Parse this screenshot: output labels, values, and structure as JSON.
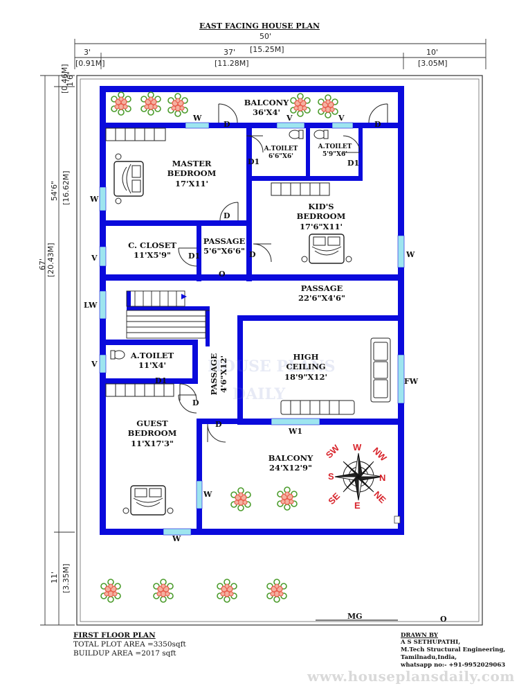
{
  "header": {
    "title": "EAST FACING HOUSE PLAN"
  },
  "dimensions": {
    "total_width": "50'",
    "total_width_m": "[15.25M]",
    "seg_left": "3'",
    "seg_left_m": "[0.91M]",
    "seg_mid": "37'",
    "seg_mid_m": "[11.28M]",
    "seg_right": "10'",
    "seg_right_m": "[3.05M]",
    "side_top": "1'6\"",
    "side_top_m": "[0.46M]",
    "side_main": "54'6\"",
    "side_main_m": "[16.62M]",
    "total_length": "67'",
    "total_length_m": "[20.43M]",
    "side_bottom": "11'",
    "side_bottom_m": "[3.35M]"
  },
  "rooms": {
    "balcony_top": {
      "name": "BALCONY",
      "size": "36'X4'"
    },
    "master_bedroom": {
      "name": "MASTER BEDROOM",
      "size": "17'X11'"
    },
    "toilet_a": {
      "name": "A.TOILET",
      "size": "6'6\"X6'"
    },
    "toilet_b": {
      "name": "A.TOILET",
      "size": "5'9\"X6'"
    },
    "kids_bedroom": {
      "name": "KID'S BEDROOM",
      "size": "17'6\"X11'"
    },
    "closet": {
      "name": "C. CLOSET",
      "size": "11'X5'9\""
    },
    "passage_small": {
      "name": "PASSAGE",
      "size": "5'6\"X6'6\""
    },
    "passage_main": {
      "name": "PASSAGE",
      "size": "22'6\"X4'6\""
    },
    "toilet_c": {
      "name": "A.TOILET",
      "size": "11'X4'"
    },
    "passage_vertical": {
      "name": "PASSAGE",
      "size": "4'6\"X12'"
    },
    "high_ceiling": {
      "name": "HIGH CEILING",
      "size": "18'9\"X12'"
    },
    "guest_bedroom": {
      "name": "GUEST BEDROOM",
      "size": "11'X17'3\""
    },
    "balcony_bottom": {
      "name": "BALCONY",
      "size": "24'X12'9\""
    }
  },
  "symbols": {
    "window": "W",
    "ventilator": "V",
    "door": "D",
    "door_small": "D1",
    "opening": "O",
    "large_window": "LW",
    "french_window": "FW",
    "main_gate": "MG",
    "wide_window": "W1"
  },
  "compass": {
    "n": "N",
    "s": "S",
    "e": "E",
    "w": "W",
    "ne": "NE",
    "nw": "NW",
    "se": "SE",
    "sw": "SW"
  },
  "footer": {
    "plan_name": "FIRST FLOOR PLAN",
    "plot_area": "TOTAL PLOT AREA =3350sqft",
    "buildup_area": "BUILDUP AREA =2017 sqft"
  },
  "credit": {
    "label": "DRAWN BY",
    "name": "A S SETHUPATHI,",
    "qualification": "M.Tech Structural Engineering,",
    "location": "Tamilnadu,India,",
    "contact": "whatsapp no:- +91-9952029063"
  },
  "website": "www.houseplansdaily.com",
  "watermark": {
    "line1": "HOUSE PLANS",
    "line2": "DAILY"
  },
  "colors": {
    "wall": "#0a0adc",
    "window": "#9ee5ef",
    "compass": "#d8252c",
    "flower": "#e85a4a",
    "leaf": "#4a9b2a"
  }
}
